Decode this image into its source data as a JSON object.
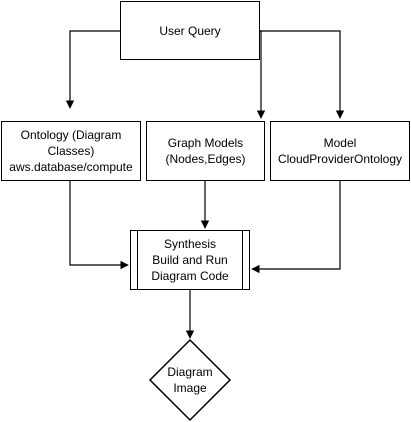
{
  "nodes": {
    "user_query": {
      "lines": [
        "User Query"
      ]
    },
    "ontology": {
      "lines": [
        "Ontology (Diagram",
        "Classes)",
        "aws.database/compute"
      ]
    },
    "graph_models": {
      "lines": [
        "Graph Models",
        "(Nodes,Edges)"
      ]
    },
    "model": {
      "lines": [
        "Model",
        "CloudProviderOntology"
      ]
    },
    "synthesis": {
      "lines": [
        "Synthesis",
        "Build and Run",
        "Diagram Code"
      ]
    },
    "diagram_image": {
      "lines": [
        "Diagram",
        "Image"
      ]
    }
  },
  "edges": [
    {
      "from": "user_query",
      "to": "ontology"
    },
    {
      "from": "user_query",
      "to": "graph_models"
    },
    {
      "from": "user_query",
      "to": "model"
    },
    {
      "from": "ontology",
      "to": "synthesis"
    },
    {
      "from": "graph_models",
      "to": "synthesis"
    },
    {
      "from": "model",
      "to": "synthesis"
    },
    {
      "from": "synthesis",
      "to": "diagram_image"
    }
  ],
  "colors": {
    "stroke": "#000000",
    "fill": "#ffffff",
    "text": "#000000"
  }
}
